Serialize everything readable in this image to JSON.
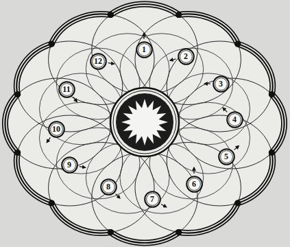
{
  "diagram": {
    "nodes": [
      {
        "text": [
          "1"
        ]
      },
      {
        "text": [
          "2"
        ]
      },
      {
        "text": [
          "3"
        ]
      },
      {
        "text": [
          "4"
        ]
      },
      {
        "text": [
          "5"
        ]
      },
      {
        "text": [
          "6"
        ]
      },
      {
        "text": [
          "7"
        ]
      },
      {
        "text": [
          "8"
        ]
      },
      {
        "text": [
          "9"
        ]
      },
      {
        "text": [
          "10"
        ]
      },
      {
        "text": [
          "11"
        ]
      },
      {
        "text": [
          "12"
        ]
      }
    ]
  }
}
